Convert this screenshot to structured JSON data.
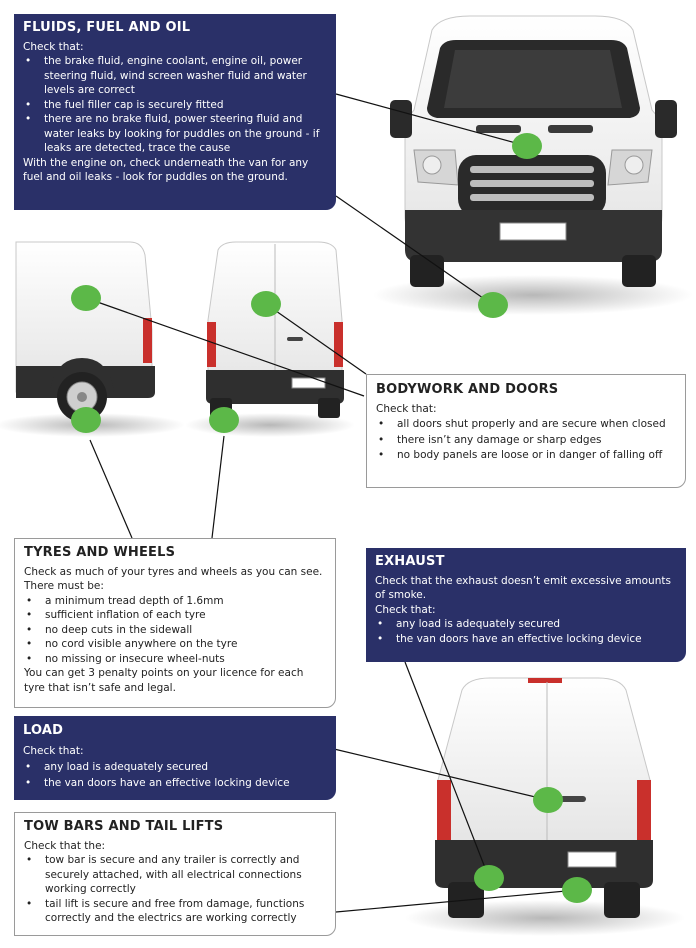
{
  "sections": {
    "fluids": {
      "title": "FLUIDS, FUEL AND OIL",
      "intro": "Check that:",
      "items": [
        "the brake fluid, engine coolant, engine oil, power steering fluid, wind screen washer fluid and water levels are correct",
        "the fuel filler cap is securely fitted",
        "there are no brake fluid, power steering fluid and water leaks by looking for puddles on the ground - if leaks are detected, trace the cause"
      ],
      "outro": "With the engine on, check underneath the van for any fuel and oil leaks - look for puddles on the ground."
    },
    "bodywork": {
      "title": "BODYWORK AND DOORS",
      "intro": "Check that:",
      "items": [
        "all doors shut properly and are secure when closed",
        "there isn’t any damage or sharp edges",
        "no body panels are loose or in danger of falling off"
      ]
    },
    "tyres": {
      "title": "TYRES AND WHEELS",
      "intro": "Check as much of your tyres and wheels as you can see. There must be:",
      "items": [
        "a minimum tread depth of 1.6mm",
        "sufficient inflation of each tyre",
        "no deep cuts in the sidewall",
        "no cord visible anywhere on the tyre",
        "no missing or insecure wheel-nuts"
      ],
      "outro": "You can get 3 penalty points on your licence for each tyre that isn’t safe and legal."
    },
    "exhaust": {
      "title": "EXHAUST",
      "intro": "Check that the exhaust doesn’t emit excessive amounts of smoke.",
      "intro2": "Check that:",
      "items": [
        "any load is adequately secured",
        "the van doors have an effective locking device"
      ]
    },
    "load": {
      "title": "LOAD",
      "intro": "Check that:",
      "items": [
        "any load is adequately secured",
        "the van doors have an effective locking device"
      ]
    },
    "towbars": {
      "title": "TOW BARS AND TAIL LIFTS",
      "intro": "Check that the:",
      "items": [
        "tow bar is secure and any trailer is correctly and securely attached, with all electrical connections working correctly",
        "tail lift is secure and free from damage, functions correctly and the electrics are working correctly"
      ]
    }
  },
  "colors": {
    "navy": "#2a3068",
    "marker_green": "#5cb848",
    "van_body": "#f2f2f2",
    "van_dark": "#2f2f2f",
    "tail_light": "#c9302c"
  }
}
